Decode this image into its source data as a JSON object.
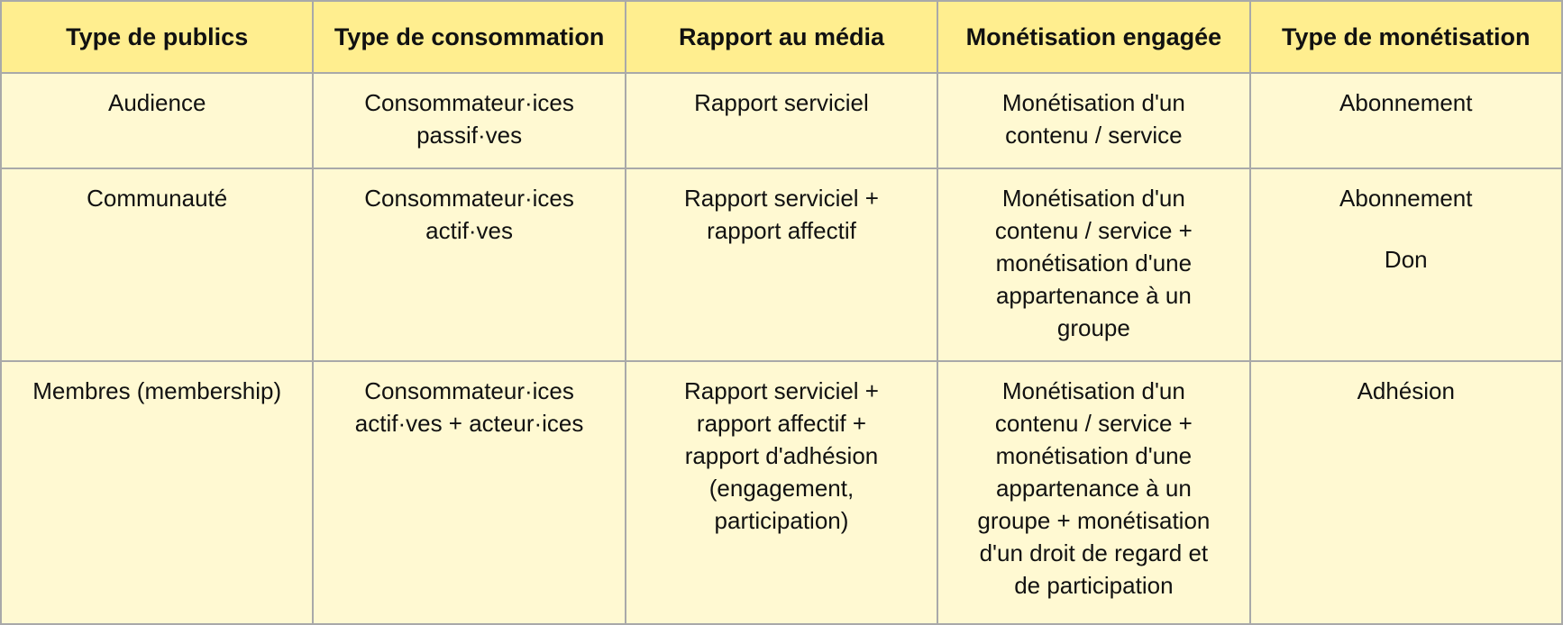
{
  "headers": [
    "Type de publics",
    "Type de consommation",
    "Rapport au média",
    "Monétisation engagée",
    "Type de monétisation"
  ],
  "rows": [
    {
      "publics": "Audience",
      "consommation": [
        "Consommateur·ices",
        "passif·ves"
      ],
      "rapport": [
        "Rapport serviciel"
      ],
      "monetisation_engagee": [
        "Monétisation d'un",
        "contenu / service"
      ],
      "type_monetisation": [
        "Abonnement"
      ]
    },
    {
      "publics": "Communauté",
      "consommation": [
        "Consommateur·ices",
        "actif·ves"
      ],
      "rapport": [
        "Rapport serviciel +",
        "rapport affectif"
      ],
      "monetisation_engagee": [
        "Monétisation d'un",
        "contenu / service +",
        "monétisation d'une",
        "appartenance à un",
        "groupe"
      ],
      "type_monetisation": [
        "Abonnement",
        "Don"
      ]
    },
    {
      "publics": "Membres (membership)",
      "consommation": [
        "Consommateur·ices",
        "actif·ves + acteur·ices"
      ],
      "rapport": [
        "Rapport serviciel +",
        "rapport affectif +",
        "rapport d'adhésion",
        "(engagement,",
        "participation)"
      ],
      "monetisation_engagee": [
        "Monétisation d'un",
        "contenu / service +",
        "monétisation d'une",
        "appartenance à un",
        "groupe + monétisation",
        "d'un droit de regard et",
        "de participation"
      ],
      "type_monetisation": [
        "Adhésion"
      ]
    }
  ]
}
